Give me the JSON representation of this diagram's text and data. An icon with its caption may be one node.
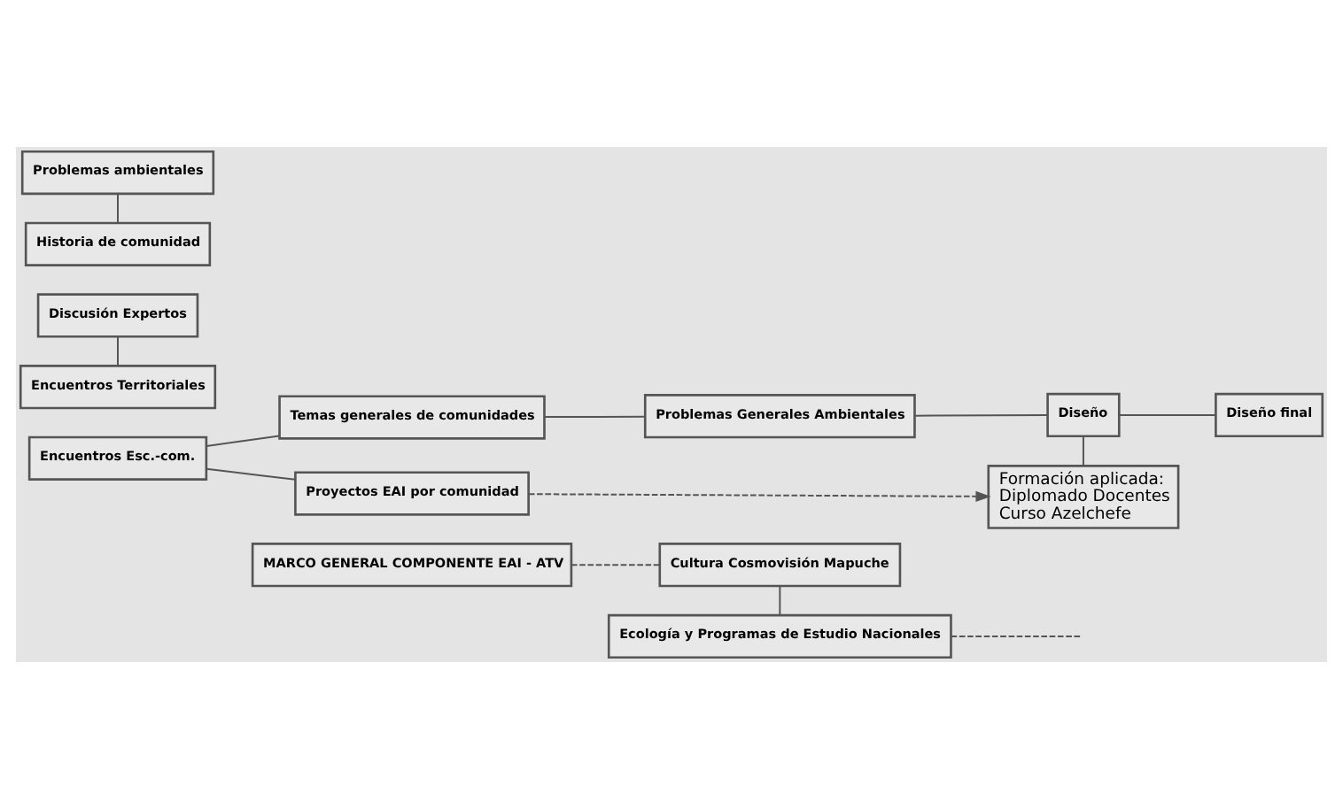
{
  "diagram": {
    "nodes": [
      {
        "text": [
          "MARCO GENERAL COMPONENTE EAI - ATV"
        ]
      },
      {
        "text": [
          "Cultura Cosmovisión Mapuche"
        ]
      },
      {
        "text": [
          "Temas generales de comunidades"
        ]
      },
      {
        "text": [
          "Problemas Generales Ambientales"
        ]
      },
      {
        "text": [
          "Diseño"
        ]
      },
      {
        "text": [
          "Discusión Expertos"
        ]
      },
      {
        "text": [
          "Diseño final"
        ]
      },
      {
        "text": [
          "Problemas ambientales"
        ]
      },
      {
        "text": [
          "Encuentros Esc.-com."
        ]
      },
      {
        "text": [
          "Ecología y Programas de Estudio Nacionales"
        ]
      },
      {
        "text": [
          "Encuentros Territoriales"
        ]
      },
      {
        "text": [
          "Historia de comunidad"
        ]
      },
      {
        "text": [
          "Proyectos EAI por comunidad"
        ]
      },
      {
        "text": [
          "Formación aplicada:",
          "Diplomado Docentes",
          "Curso Azelchefe"
        ]
      }
    ],
    "edges": [
      {
        "from": 0,
        "to": 1,
        "arrow": "none",
        "style": "dashed"
      },
      {
        "from": 7,
        "to": 11,
        "arrow": "none"
      },
      {
        "from": 8,
        "to": 2,
        "arrow": "none"
      },
      {
        "from": 8,
        "to": 12,
        "arrow": "none"
      },
      {
        "from": 2,
        "to": 3,
        "arrow": "none"
      },
      {
        "from": 3,
        "to": 4,
        "arrow": "none"
      },
      {
        "from": 1,
        "to": 9,
        "arrow": "none"
      },
      {
        "from": 4,
        "to": 6,
        "arrow": "none"
      },
      {
        "from": 5,
        "to": 10,
        "arrow": "none"
      },
      {
        "from": 4,
        "to": 13,
        "arrow": "none"
      },
      {
        "from": 12,
        "to": 13,
        "arrow": "to",
        "style": "dashed"
      },
      {
        "from": 9,
        "to": null,
        "arrow": "none",
        "style": "dashed"
      }
    ]
  }
}
